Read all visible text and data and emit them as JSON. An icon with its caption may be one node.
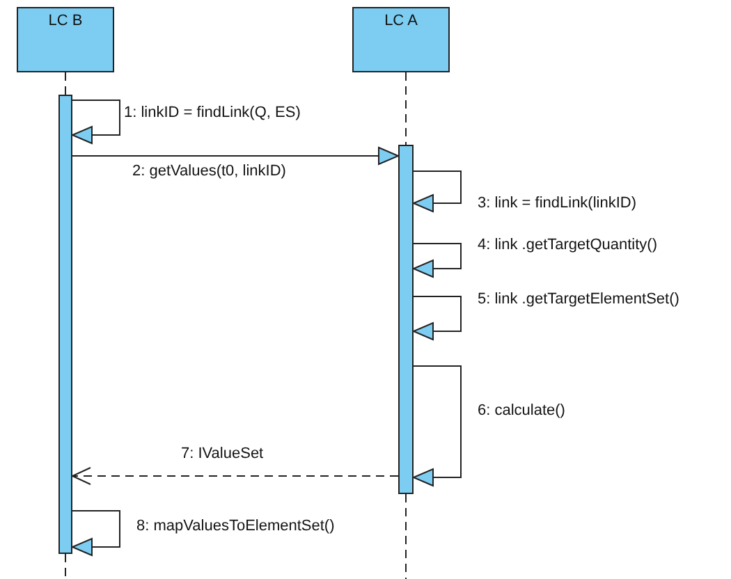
{
  "diagram": {
    "nodes": [
      {
        "text": [
          "LC B"
        ]
      },
      {
        "text": [
          "LC A"
        ]
      },
      {
        "text": [],
        "shape": "bar"
      },
      {
        "text": [],
        "shape": "bar"
      }
    ],
    "edges": [
      {
        "from": 0,
        "to": 2,
        "arrow": "none",
        "style": "dashed"
      },
      {
        "from": 2,
        "to": null,
        "arrow": "none",
        "style": "dashed"
      },
      {
        "from": 1,
        "to": 3,
        "arrow": "none",
        "style": "dashed"
      },
      {
        "from": 3,
        "to": null,
        "arrow": "none",
        "style": "dashed"
      },
      {
        "from": 2,
        "to": 2,
        "arrow": "to",
        "label": "1: linkID = findLink(Q, ES)"
      },
      {
        "from": 2,
        "to": 3,
        "arrow": "to",
        "label": "2: getValues(t0, linkID)"
      },
      {
        "from": 3,
        "to": 3,
        "arrow": "to",
        "label": "3: link = findLink(linkID)"
      },
      {
        "from": 3,
        "to": 3,
        "arrow": "to",
        "label": "4: link .getTargetQuantity()"
      },
      {
        "from": 3,
        "to": 3,
        "arrow": "to",
        "label": "5: link .getTargetElementSet()"
      },
      {
        "from": 3,
        "to": 3,
        "arrow": "to",
        "label": "6: calculate()"
      },
      {
        "from": 3,
        "to": 2,
        "arrow": "to",
        "label": "7: IValueSet",
        "style": "dashed"
      },
      {
        "from": 2,
        "to": 2,
        "arrow": "to",
        "label": "8: mapValuesToElementSet()"
      }
    ]
  }
}
